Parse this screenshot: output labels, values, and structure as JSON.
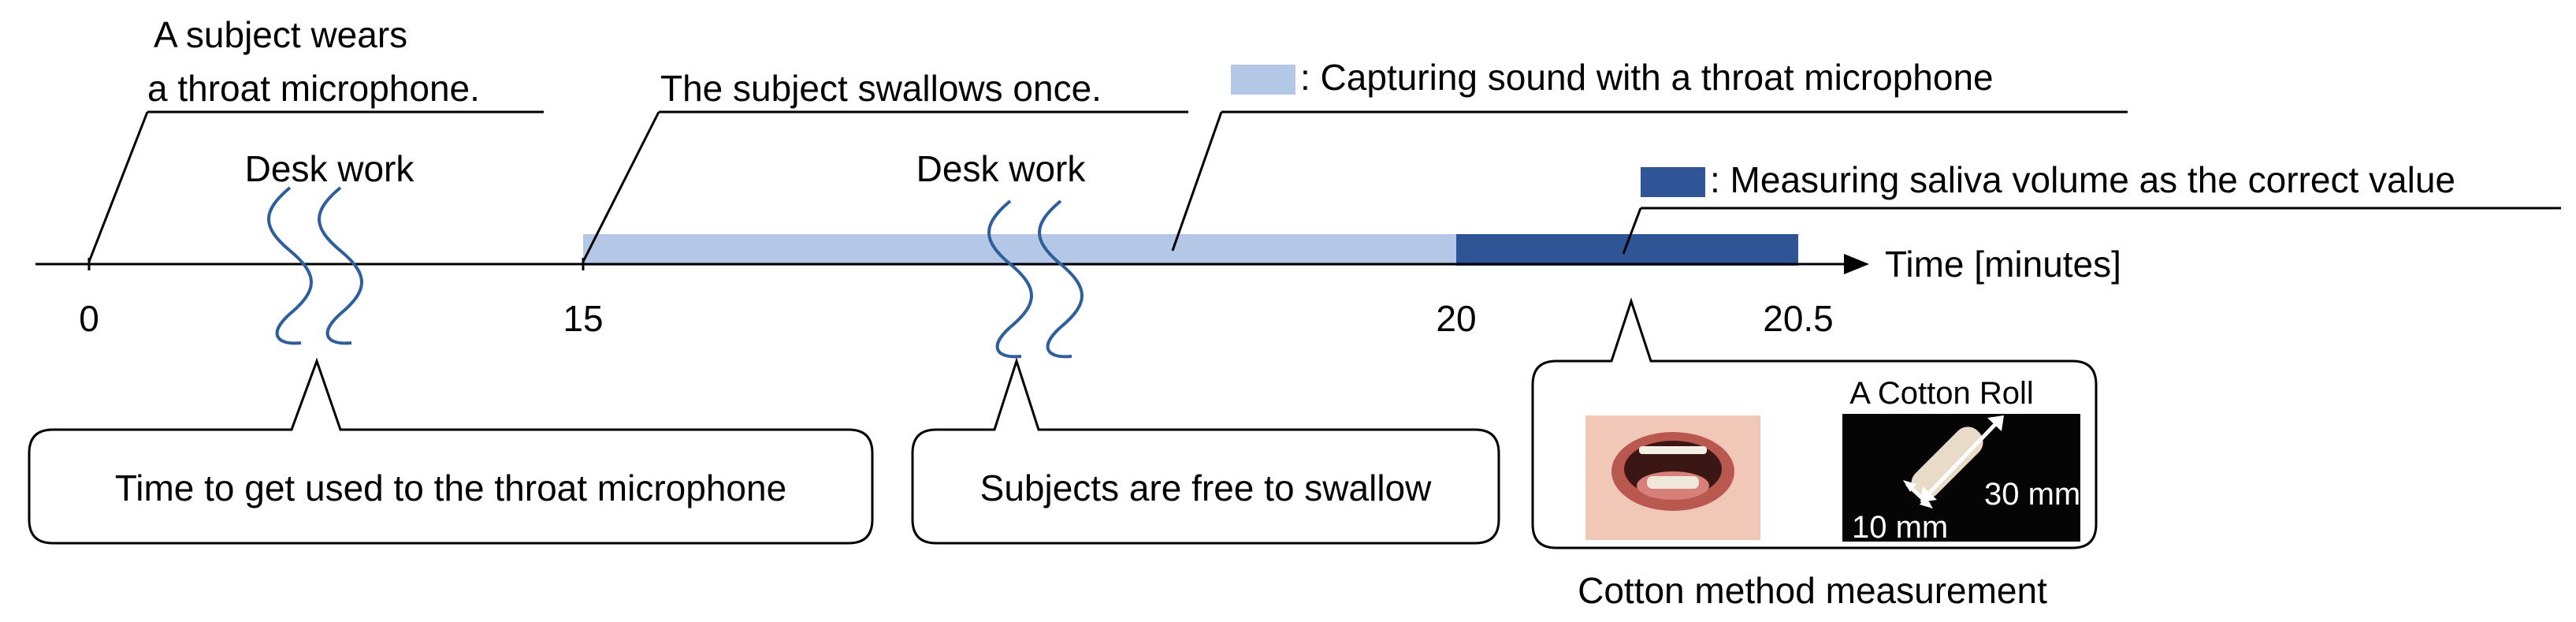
{
  "timeline": {
    "axis_label": "Time [minutes]",
    "ticks": [
      {
        "value": 0,
        "label": "0"
      },
      {
        "value": 15,
        "label": "15"
      },
      {
        "value": 20,
        "label": "20"
      },
      {
        "value": 20.5,
        "label": "20.5"
      }
    ],
    "phases": [
      {
        "label": "Desk work"
      },
      {
        "label": "Desk work"
      }
    ],
    "bars": [
      {
        "kind": "capturing",
        "start": 15,
        "end": 20,
        "color": "#b4c7e7"
      },
      {
        "kind": "measuring",
        "start": 20,
        "end": 20.5,
        "color": "#2f5597"
      }
    ]
  },
  "events": {
    "start_line1": "A subject wears",
    "start_line2": "a throat microphone.",
    "swallow": "The subject swallows once."
  },
  "legend": {
    "capturing": ": Capturing sound with a throat microphone",
    "measuring": ": Measuring saliva volume as the correct value"
  },
  "callouts": {
    "acclimatize": "Time to get used to the throat microphone",
    "free_swallow": "Subjects are free to swallow",
    "cotton_roll_title": "A Cotton Roll",
    "cotton_dim_width": "10 mm",
    "cotton_dim_length": "30 mm",
    "cotton_caption": "Cotton method measurement"
  },
  "colors": {
    "capturing": "#b4c7e7",
    "measuring": "#2f5597",
    "break_wave": "#2e5f9a"
  }
}
